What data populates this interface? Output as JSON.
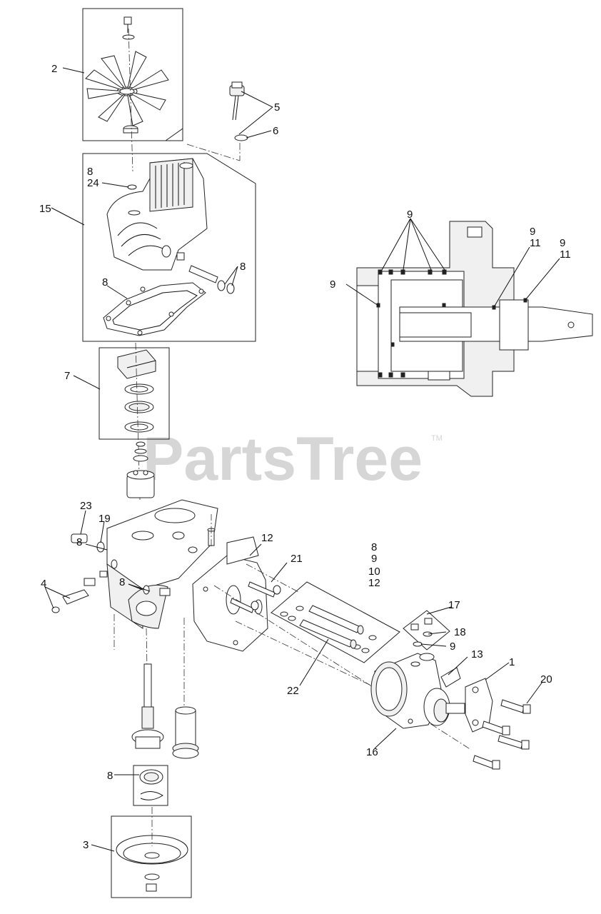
{
  "watermark": {
    "text": "PartsTree",
    "trademark": "TM"
  },
  "callouts": [
    {
      "id": "c2",
      "text": "2"
    },
    {
      "id": "c5",
      "text": "5"
    },
    {
      "id": "c6",
      "text": "6"
    },
    {
      "id": "c8a",
      "text": "8"
    },
    {
      "id": "c24",
      "text": "24"
    },
    {
      "id": "c15",
      "text": "15"
    },
    {
      "id": "c8b",
      "text": "8"
    },
    {
      "id": "c8c",
      "text": "8"
    },
    {
      "id": "c7",
      "text": "7"
    },
    {
      "id": "c9a",
      "text": "9"
    },
    {
      "id": "c9b",
      "text": "9"
    },
    {
      "id": "c11a",
      "text": "11"
    },
    {
      "id": "c9c",
      "text": "9"
    },
    {
      "id": "c11b",
      "text": "11"
    },
    {
      "id": "c9d",
      "text": "9"
    },
    {
      "id": "c23",
      "text": "23"
    },
    {
      "id": "c19",
      "text": "19"
    },
    {
      "id": "c8d",
      "text": "8"
    },
    {
      "id": "c12a",
      "text": "12"
    },
    {
      "id": "c21",
      "text": "21"
    },
    {
      "id": "c8e",
      "text": "8"
    },
    {
      "id": "c9e",
      "text": "9"
    },
    {
      "id": "c10",
      "text": "10"
    },
    {
      "id": "c12b",
      "text": "12"
    },
    {
      "id": "c4",
      "text": "4"
    },
    {
      "id": "c8f",
      "text": "8"
    },
    {
      "id": "c17",
      "text": "17"
    },
    {
      "id": "c18",
      "text": "18"
    },
    {
      "id": "c9f",
      "text": "9"
    },
    {
      "id": "c13",
      "text": "13"
    },
    {
      "id": "c1",
      "text": "1"
    },
    {
      "id": "c20",
      "text": "20"
    },
    {
      "id": "c22",
      "text": "22"
    },
    {
      "id": "c16",
      "text": "16"
    },
    {
      "id": "c8g",
      "text": "8"
    },
    {
      "id": "c3",
      "text": "3"
    }
  ]
}
